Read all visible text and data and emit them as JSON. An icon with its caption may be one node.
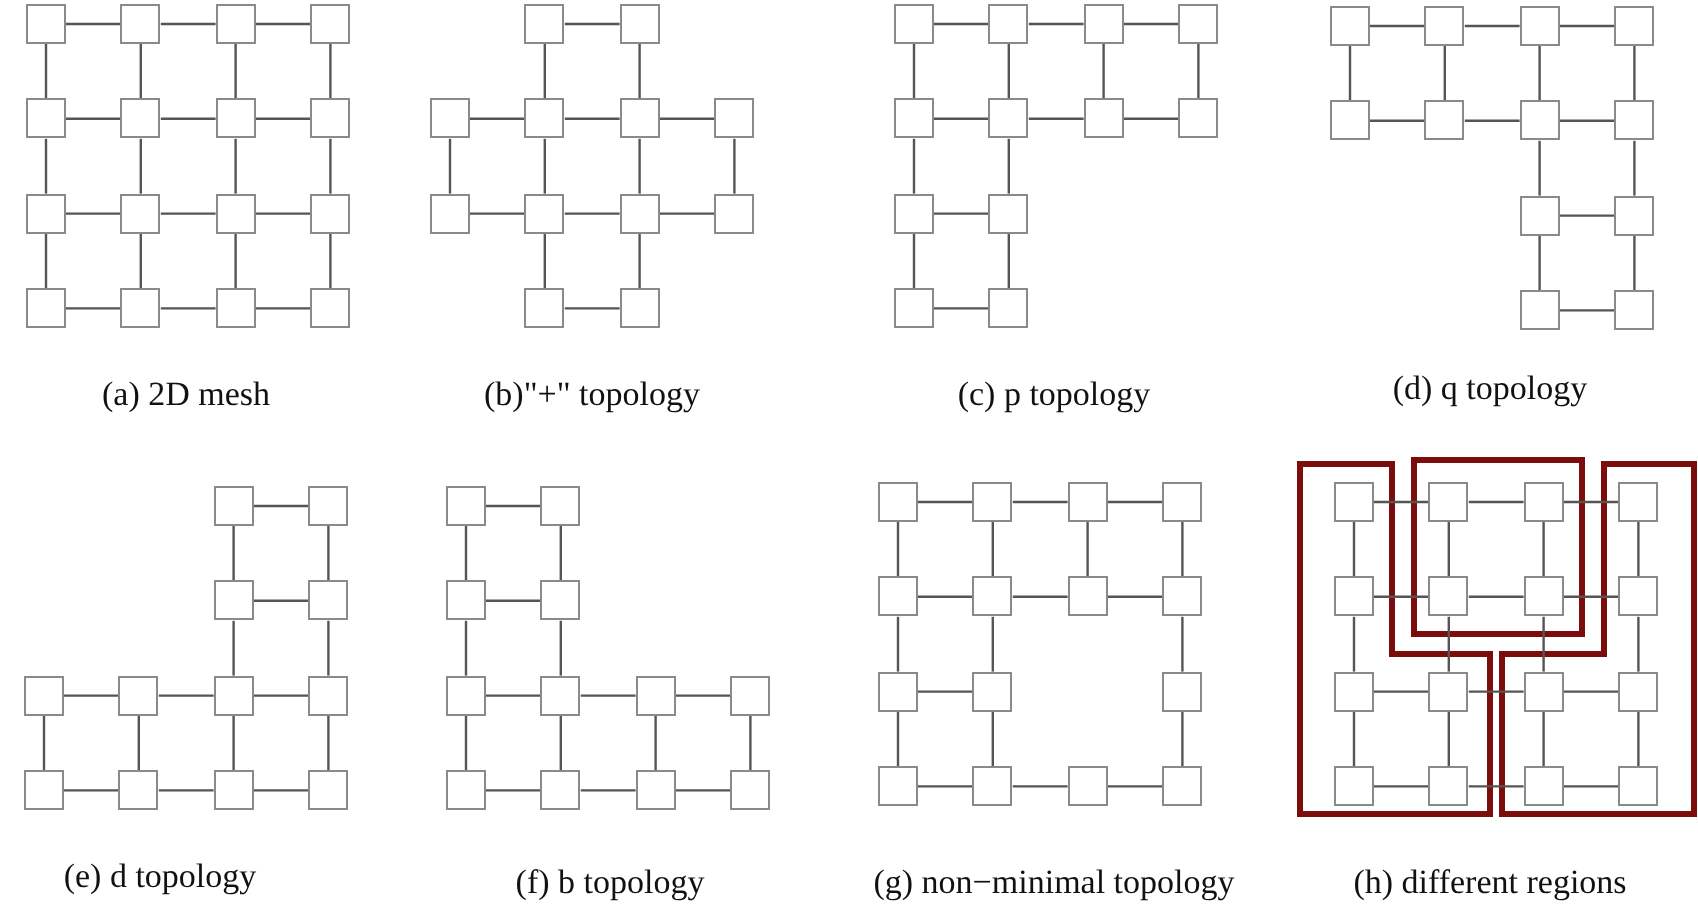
{
  "diagram": {
    "nodes": [
      {
        "text": [],
        "shape": "box"
      },
      {
        "text": [],
        "shape": "box"
      },
      {
        "text": [],
        "shape": "box"
      },
      {
        "text": [],
        "shape": "box"
      },
      {
        "text": [],
        "shape": "box"
      },
      {
        "text": [],
        "shape": "box"
      },
      {
        "text": [],
        "shape": "box"
      },
      {
        "text": [],
        "shape": "box"
      },
      {
        "text": [],
        "shape": "box"
      },
      {
        "text": [],
        "shape": "box"
      },
      {
        "text": [],
        "shape": "box"
      },
      {
        "text": [],
        "shape": "box"
      },
      {
        "text": [],
        "shape": "box"
      },
      {
        "text": [],
        "shape": "box"
      },
      {
        "text": [],
        "shape": "box"
      },
      {
        "text": [],
        "shape": "box"
      },
      {
        "text": [],
        "shape": "box"
      },
      {
        "text": [],
        "shape": "box"
      },
      {
        "text": [],
        "shape": "box"
      },
      {
        "text": [],
        "shape": "box"
      },
      {
        "text": [],
        "shape": "box"
      },
      {
        "text": [],
        "shape": "box"
      },
      {
        "text": [],
        "shape": "box"
      },
      {
        "text": [],
        "shape": "box"
      },
      {
        "text": [],
        "shape": "box"
      },
      {
        "text": [],
        "shape": "box"
      },
      {
        "text": [],
        "shape": "box"
      },
      {
        "text": [],
        "shape": "box"
      },
      {
        "text": [],
        "shape": "box"
      },
      {
        "text": [],
        "shape": "box"
      },
      {
        "text": [],
        "shape": "box"
      },
      {
        "text": [],
        "shape": "box"
      },
      {
        "text": [],
        "shape": "box"
      },
      {
        "text": [],
        "shape": "box"
      },
      {
        "text": [],
        "shape": "box"
      },
      {
        "text": [],
        "shape": "box"
      },
      {
        "text": [],
        "shape": "box"
      },
      {
        "text": [],
        "shape": "box"
      },
      {
        "text": [],
        "shape": "box"
      },
      {
        "text": [],
        "shape": "box"
      },
      {
        "text": [],
        "shape": "box"
      },
      {
        "text": [],
        "shape": "box"
      },
      {
        "text": [],
        "shape": "box"
      },
      {
        "text": [],
        "shape": "box"
      },
      {
        "text": [],
        "shape": "box"
      },
      {
        "text": [],
        "shape": "box"
      },
      {
        "text": [],
        "shape": "box"
      },
      {
        "text": [],
        "shape": "box"
      },
      {
        "text": [],
        "shape": "box"
      },
      {
        "text": [],
        "shape": "box"
      },
      {
        "text": [],
        "shape": "box"
      },
      {
        "text": [],
        "shape": "box"
      },
      {
        "text": [],
        "shape": "box"
      },
      {
        "text": [],
        "shape": "box"
      },
      {
        "text": [],
        "shape": "box"
      },
      {
        "text": [],
        "shape": "box"
      },
      {
        "text": [],
        "shape": "box"
      },
      {
        "text": [],
        "shape": "box"
      },
      {
        "text": [],
        "shape": "box"
      },
      {
        "text": [],
        "shape": "box"
      },
      {
        "text": [],
        "shape": "box"
      },
      {
        "text": [],
        "shape": "box"
      },
      {
        "text": [],
        "shape": "box"
      },
      {
        "text": [],
        "shape": "box"
      },
      {
        "text": [],
        "shape": "box"
      },
      {
        "text": [],
        "shape": "box"
      },
      {
        "text": [],
        "shape": "box"
      },
      {
        "text": [],
        "shape": "box"
      },
      {
        "text": [],
        "shape": "box"
      },
      {
        "text": [],
        "shape": "box"
      },
      {
        "text": [],
        "shape": "box"
      },
      {
        "text": [],
        "shape": "box"
      },
      {
        "text": [],
        "shape": "box"
      },
      {
        "text": [],
        "shape": "box"
      },
      {
        "text": [],
        "shape": "box"
      },
      {
        "text": [],
        "shape": "box"
      },
      {
        "text": [],
        "shape": "box"
      },
      {
        "text": [],
        "shape": "box"
      },
      {
        "text": [],
        "shape": "box"
      },
      {
        "text": [],
        "shape": "box"
      },
      {
        "text": [],
        "shape": "box"
      },
      {
        "text": [],
        "shape": "box"
      },
      {
        "text": [],
        "shape": "box"
      },
      {
        "text": [],
        "shape": "box"
      },
      {
        "text": [],
        "shape": "box"
      },
      {
        "text": [],
        "shape": "box"
      },
      {
        "text": [],
        "shape": "box"
      },
      {
        "text": [],
        "shape": "box"
      },
      {
        "text": [],
        "shape": "box"
      },
      {
        "text": [],
        "shape": "box"
      },
      {
        "text": [],
        "shape": "box"
      },
      {
        "text": [],
        "shape": "box"
      },
      {
        "text": [],
        "shape": "box"
      },
      {
        "text": [],
        "shape": "box"
      },
      {
        "text": [],
        "shape": "box"
      },
      {
        "text": [],
        "shape": "box"
      },
      {
        "text": [],
        "shape": "box"
      },
      {
        "text": [],
        "shape": "box"
      },
      {
        "text": [],
        "shape": "box"
      },
      {
        "text": [],
        "shape": "box"
      },
      {
        "text": [],
        "shape": "box"
      },
      {
        "text": [],
        "shape": "box"
      },
      {
        "text": [],
        "shape": "box"
      },
      {
        "text": [],
        "shape": "box"
      },
      {
        "text": [],
        "shape": "box"
      },
      {
        "text": [],
        "shape": "box"
      },
      {
        "text": [],
        "shape": "box"
      }
    ],
    "edges": [
      {
        "from": 0,
        "to": 1,
        "arrow": "none"
      },
      {
        "from": 1,
        "to": 2,
        "arrow": "none"
      },
      {
        "from": 2,
        "to": 3,
        "arrow": "none"
      },
      {
        "from": 4,
        "to": 5,
        "arrow": "none"
      },
      {
        "from": 5,
        "to": 6,
        "arrow": "none"
      },
      {
        "from": 6,
        "to": 7,
        "arrow": "none"
      },
      {
        "from": 8,
        "to": 9,
        "arrow": "none"
      },
      {
        "from": 9,
        "to": 10,
        "arrow": "none"
      },
      {
        "from": 10,
        "to": 11,
        "arrow": "none"
      },
      {
        "from": 12,
        "to": 13,
        "arrow": "none"
      },
      {
        "from": 13,
        "to": 14,
        "arrow": "none"
      },
      {
        "from": 14,
        "to": 15,
        "arrow": "none"
      },
      {
        "from": 0,
        "to": 4,
        "arrow": "none"
      },
      {
        "from": 1,
        "to": 5,
        "arrow": "none"
      },
      {
        "from": 2,
        "to": 6,
        "arrow": "none"
      },
      {
        "from": 3,
        "to": 7,
        "arrow": "none"
      },
      {
        "from": 4,
        "to": 8,
        "arrow": "none"
      },
      {
        "from": 5,
        "to": 9,
        "arrow": "none"
      },
      {
        "from": 6,
        "to": 10,
        "arrow": "none"
      },
      {
        "from": 7,
        "to": 11,
        "arrow": "none"
      },
      {
        "from": 8,
        "to": 12,
        "arrow": "none"
      },
      {
        "from": 9,
        "to": 13,
        "arrow": "none"
      },
      {
        "from": 10,
        "to": 14,
        "arrow": "none"
      },
      {
        "from": 11,
        "to": 15,
        "arrow": "none"
      },
      {
        "from": 16,
        "to": 17,
        "arrow": "none"
      },
      {
        "from": 16,
        "to": 19,
        "arrow": "none"
      },
      {
        "from": 17,
        "to": 20,
        "arrow": "none"
      },
      {
        "from": 18,
        "to": 19,
        "arrow": "none"
      },
      {
        "from": 19,
        "to": 20,
        "arrow": "none"
      },
      {
        "from": 20,
        "to": 21,
        "arrow": "none"
      },
      {
        "from": 18,
        "to": 22,
        "arrow": "none"
      },
      {
        "from": 21,
        "to": 25,
        "arrow": "none"
      },
      {
        "from": 19,
        "to": 23,
        "arrow": "none"
      },
      {
        "from": 20,
        "to": 24,
        "arrow": "none"
      },
      {
        "from": 22,
        "to": 23,
        "arrow": "none"
      },
      {
        "from": 23,
        "to": 24,
        "arrow": "none"
      },
      {
        "from": 24,
        "to": 25,
        "arrow": "none"
      },
      {
        "from": 23,
        "to": 26,
        "arrow": "none"
      },
      {
        "from": 24,
        "to": 27,
        "arrow": "none"
      },
      {
        "from": 26,
        "to": 27,
        "arrow": "none"
      },
      {
        "from": 28,
        "to": 29,
        "arrow": "none"
      },
      {
        "from": 29,
        "to": 30,
        "arrow": "none"
      },
      {
        "from": 30,
        "to": 31,
        "arrow": "none"
      },
      {
        "from": 28,
        "to": 32,
        "arrow": "none"
      },
      {
        "from": 29,
        "to": 33,
        "arrow": "none"
      },
      {
        "from": 30,
        "to": 34,
        "arrow": "none"
      },
      {
        "from": 31,
        "to": 35,
        "arrow": "none"
      },
      {
        "from": 32,
        "to": 33,
        "arrow": "none"
      },
      {
        "from": 33,
        "to": 34,
        "arrow": "none"
      },
      {
        "from": 34,
        "to": 35,
        "arrow": "none"
      },
      {
        "from": 32,
        "to": 36,
        "arrow": "none"
      },
      {
        "from": 33,
        "to": 37,
        "arrow": "none"
      },
      {
        "from": 36,
        "to": 37,
        "arrow": "none"
      },
      {
        "from": 36,
        "to": 38,
        "arrow": "none"
      },
      {
        "from": 37,
        "to": 39,
        "arrow": "none"
      },
      {
        "from": 38,
        "to": 39,
        "arrow": "none"
      },
      {
        "from": 40,
        "to": 41,
        "arrow": "none"
      },
      {
        "from": 41,
        "to": 42,
        "arrow": "none"
      },
      {
        "from": 42,
        "to": 43,
        "arrow": "none"
      },
      {
        "from": 40,
        "to": 44,
        "arrow": "none"
      },
      {
        "from": 41,
        "to": 45,
        "arrow": "none"
      },
      {
        "from": 42,
        "to": 46,
        "arrow": "none"
      },
      {
        "from": 43,
        "to": 47,
        "arrow": "none"
      },
      {
        "from": 44,
        "to": 45,
        "arrow": "none"
      },
      {
        "from": 45,
        "to": 46,
        "arrow": "none"
      },
      {
        "from": 46,
        "to": 47,
        "arrow": "none"
      },
      {
        "from": 46,
        "to": 48,
        "arrow": "none"
      },
      {
        "from": 47,
        "to": 49,
        "arrow": "none"
      },
      {
        "from": 48,
        "to": 49,
        "arrow": "none"
      },
      {
        "from": 48,
        "to": 50,
        "arrow": "none"
      },
      {
        "from": 49,
        "to": 51,
        "arrow": "none"
      },
      {
        "from": 50,
        "to": 51,
        "arrow": "none"
      },
      {
        "from": 52,
        "to": 53,
        "arrow": "none"
      },
      {
        "from": 52,
        "to": 54,
        "arrow": "none"
      },
      {
        "from": 53,
        "to": 55,
        "arrow": "none"
      },
      {
        "from": 54,
        "to": 55,
        "arrow": "none"
      },
      {
        "from": 54,
        "to": 58,
        "arrow": "none"
      },
      {
        "from": 55,
        "to": 59,
        "arrow": "none"
      },
      {
        "from": 56,
        "to": 57,
        "arrow": "none"
      },
      {
        "from": 57,
        "to": 58,
        "arrow": "none"
      },
      {
        "from": 58,
        "to": 59,
        "arrow": "none"
      },
      {
        "from": 56,
        "to": 60,
        "arrow": "none"
      },
      {
        "from": 57,
        "to": 61,
        "arrow": "none"
      },
      {
        "from": 58,
        "to": 62,
        "arrow": "none"
      },
      {
        "from": 59,
        "to": 63,
        "arrow": "none"
      },
      {
        "from": 60,
        "to": 61,
        "arrow": "none"
      },
      {
        "from": 61,
        "to": 62,
        "arrow": "none"
      },
      {
        "from": 62,
        "to": 63,
        "arrow": "none"
      },
      {
        "from": 64,
        "to": 65,
        "arrow": "none"
      },
      {
        "from": 64,
        "to": 66,
        "arrow": "none"
      },
      {
        "from": 65,
        "to": 67,
        "arrow": "none"
      },
      {
        "from": 66,
        "to": 67,
        "arrow": "none"
      },
      {
        "from": 66,
        "to": 68,
        "arrow": "none"
      },
      {
        "from": 67,
        "to": 69,
        "arrow": "none"
      },
      {
        "from": 68,
        "to": 69,
        "arrow": "none"
      },
      {
        "from": 69,
        "to": 70,
        "arrow": "none"
      },
      {
        "from": 70,
        "to": 71,
        "arrow": "none"
      },
      {
        "from": 68,
        "to": 72,
        "arrow": "none"
      },
      {
        "from": 69,
        "to": 73,
        "arrow": "none"
      },
      {
        "from": 70,
        "to": 74,
        "arrow": "none"
      },
      {
        "from": 71,
        "to": 75,
        "arrow": "none"
      },
      {
        "from": 72,
        "to": 73,
        "arrow": "none"
      },
      {
        "from": 73,
        "to": 74,
        "arrow": "none"
      },
      {
        "from": 74,
        "to": 75,
        "arrow": "none"
      },
      {
        "from": 76,
        "to": 77,
        "arrow": "none"
      },
      {
        "from": 77,
        "to": 78,
        "arrow": "none"
      },
      {
        "from": 78,
        "to": 79,
        "arrow": "none"
      },
      {
        "from": 76,
        "to": 80,
        "arrow": "none"
      },
      {
        "from": 77,
        "to": 81,
        "arrow": "none"
      },
      {
        "from": 78,
        "to": 82,
        "arrow": "none"
      },
      {
        "from": 79,
        "to": 83,
        "arrow": "none"
      },
      {
        "from": 80,
        "to": 81,
        "arrow": "none"
      },
      {
        "from": 81,
        "to": 82,
        "arrow": "none"
      },
      {
        "from": 82,
        "to": 83,
        "arrow": "none"
      },
      {
        "from": 80,
        "to": 84,
        "arrow": "none"
      },
      {
        "from": 81,
        "to": 85,
        "arrow": "none"
      },
      {
        "from": 83,
        "to": 86,
        "arrow": "none"
      },
      {
        "from": 84,
        "to": 85,
        "arrow": "none"
      },
      {
        "from": 84,
        "to": 87,
        "arrow": "none"
      },
      {
        "from": 85,
        "to": 88,
        "arrow": "none"
      },
      {
        "from": 86,
        "to": 90,
        "arrow": "none"
      },
      {
        "from": 87,
        "to": 88,
        "arrow": "none"
      },
      {
        "from": 88,
        "to": 89,
        "arrow": "none"
      },
      {
        "from": 89,
        "to": 90,
        "arrow": "none"
      },
      {
        "from": 91,
        "to": 92,
        "arrow": "none"
      },
      {
        "from": 92,
        "to": 93,
        "arrow": "none"
      },
      {
        "from": 93,
        "to": 94,
        "arrow": "none"
      },
      {
        "from": 95,
        "to": 96,
        "arrow": "none"
      },
      {
        "from": 96,
        "to": 97,
        "arrow": "none"
      },
      {
        "from": 97,
        "to": 98,
        "arrow": "none"
      },
      {
        "from": 99,
        "to": 100,
        "arrow": "none"
      },
      {
        "from": 100,
        "to": 101,
        "arrow": "none"
      },
      {
        "from": 101,
        "to": 102,
        "arrow": "none"
      },
      {
        "from": 103,
        "to": 104,
        "arrow": "none"
      },
      {
        "from": 104,
        "to": 105,
        "arrow": "none"
      },
      {
        "from": 105,
        "to": 106,
        "arrow": "none"
      },
      {
        "from": 91,
        "to": 95,
        "arrow": "none"
      },
      {
        "from": 92,
        "to": 96,
        "arrow": "none"
      },
      {
        "from": 93,
        "to": 97,
        "arrow": "none"
      },
      {
        "from": 94,
        "to": 98,
        "arrow": "none"
      },
      {
        "from": 95,
        "to": 99,
        "arrow": "none"
      },
      {
        "from": 96,
        "to": 100,
        "arrow": "none"
      },
      {
        "from": 97,
        "to": 101,
        "arrow": "none"
      },
      {
        "from": 98,
        "to": 102,
        "arrow": "none"
      },
      {
        "from": 99,
        "to": 103,
        "arrow": "none"
      },
      {
        "from": 100,
        "to": 104,
        "arrow": "none"
      },
      {
        "from": 101,
        "to": 105,
        "arrow": "none"
      },
      {
        "from": 102,
        "to": 106,
        "arrow": "none"
      }
    ],
    "labels": [
      "(a) 2D mesh",
      "(b)\"+\" topology",
      "(c) p topology",
      "(d) q topology",
      "(e) d topology",
      "(f) b topology",
      "(g) non−minimal topology",
      "(h) different regions"
    ]
  }
}
